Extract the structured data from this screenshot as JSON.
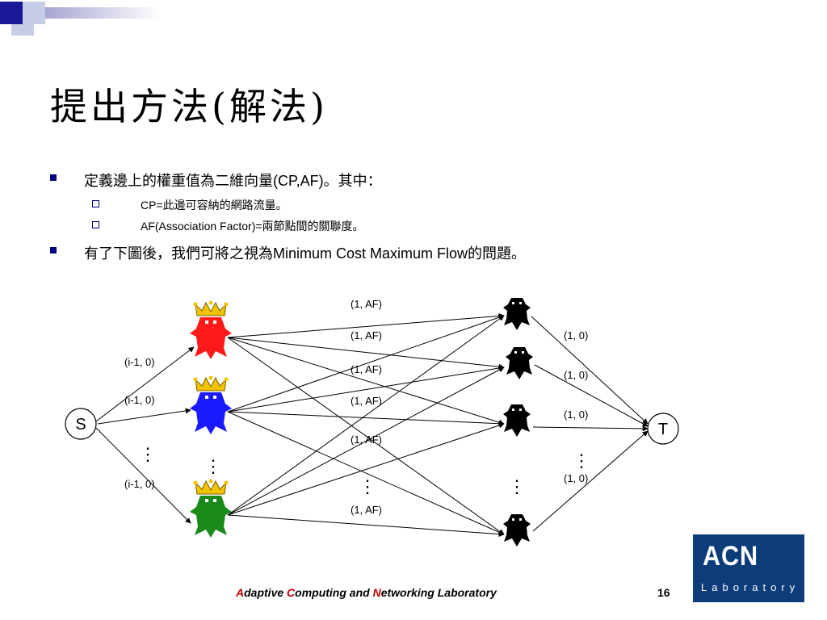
{
  "title": "提出方法(解法)",
  "bullets": [
    {
      "text": "定義邊上的權重值為二維向量(CP,AF)。其中：",
      "level": 1
    },
    {
      "text": "CP=此邊可容納的網路流量。",
      "level": 2
    },
    {
      "text": "AF(Association Factor)=兩節點間的關聯度。",
      "level": 2
    },
    {
      "text": "有了下圖後，我們可將之視為Minimum Cost Maximum Flow的問題。",
      "level": 1
    }
  ],
  "diagram": {
    "source_label": "S",
    "sink_label": "T",
    "left_nodes": [
      {
        "name": "red-king",
        "color": "#ff1a1a"
      },
      {
        "name": "blue-king",
        "color": "#1a1aff"
      },
      {
        "name": "green-king",
        "color": "#1a8a1a"
      }
    ],
    "right_node_color": "#000000",
    "crown_color": "#f2c300",
    "source_edge_labels": [
      "(i-1, 0)",
      "(i-1, 0)",
      "(i-1, 0)"
    ],
    "middle_edge_labels": [
      "(1, AF)",
      "(1, AF)",
      "(1, AF)",
      "(1, AF)",
      "(1, AF)",
      "(1, AF)"
    ],
    "sink_edge_labels": [
      "(1, 0)",
      "(1, 0)",
      "(1, 0)",
      "(1, 0)"
    ],
    "ellipsis": "⋮"
  },
  "footer": {
    "a": "A",
    "a_rest": "daptive ",
    "c": "C",
    "c_rest": "omputing and ",
    "n": "N",
    "n_rest": "etworking Laboratory"
  },
  "page_number": "16",
  "logo": {
    "main": "ACN",
    "sub": "Laboratory"
  },
  "colors": {
    "accent_blue": "#000080",
    "footer_red": "#c00000",
    "logo_bg": "#0c3c7a"
  }
}
